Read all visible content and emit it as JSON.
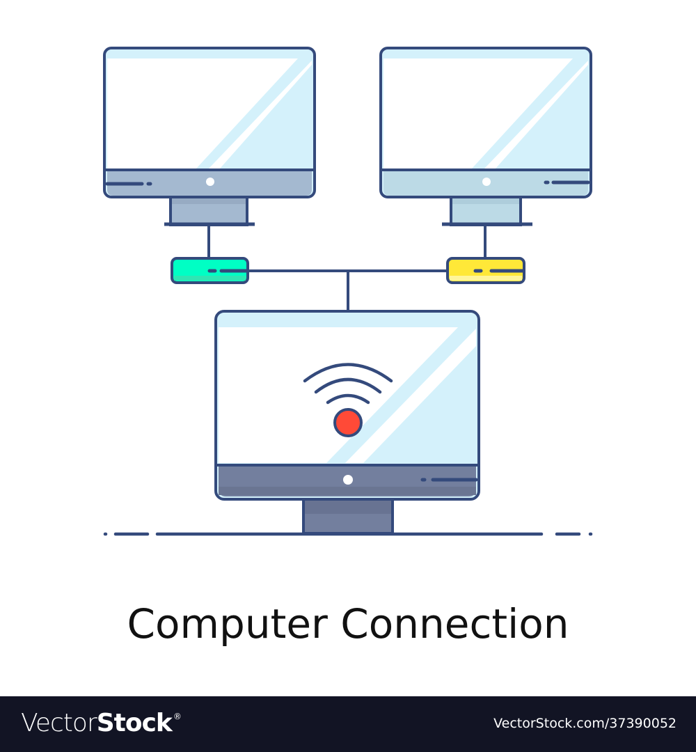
{
  "title": "Computer Connection",
  "colors": {
    "outline": "#344a7c",
    "screen_glass": "#d4f1fb",
    "screen_white": "#ffffff",
    "bezel_left": "#a4b9d0",
    "bezel_right": "#bcdae6",
    "bezel_center": "#737f9e",
    "hub_left": "#00ffc4",
    "hub_right": "#ffe838",
    "wifi_dot": "#ff4a37",
    "footer_bg": "#121424"
  },
  "diagram": {
    "nodes": [
      {
        "id": "monitor-left",
        "type": "monitor",
        "bezel": "light-blue-gray"
      },
      {
        "id": "monitor-right",
        "type": "monitor",
        "bezel": "pale-blue"
      },
      {
        "id": "monitor-center",
        "type": "monitor",
        "bezel": "slate",
        "screen_icon": "wifi-icon"
      },
      {
        "id": "hub-left",
        "type": "network-device",
        "color": "green"
      },
      {
        "id": "hub-right",
        "type": "network-device",
        "color": "yellow"
      }
    ],
    "edges": [
      [
        "monitor-left",
        "hub-left"
      ],
      [
        "monitor-right",
        "hub-right"
      ],
      [
        "hub-left",
        "hub-right"
      ],
      [
        "hub-left",
        "monitor-center"
      ],
      [
        "hub-right",
        "monitor-center"
      ]
    ]
  },
  "footer": {
    "brand_light": "Vector",
    "brand_bold": "Stock",
    "brand_mark": "®",
    "reference": "VectorStock.com/37390052"
  }
}
